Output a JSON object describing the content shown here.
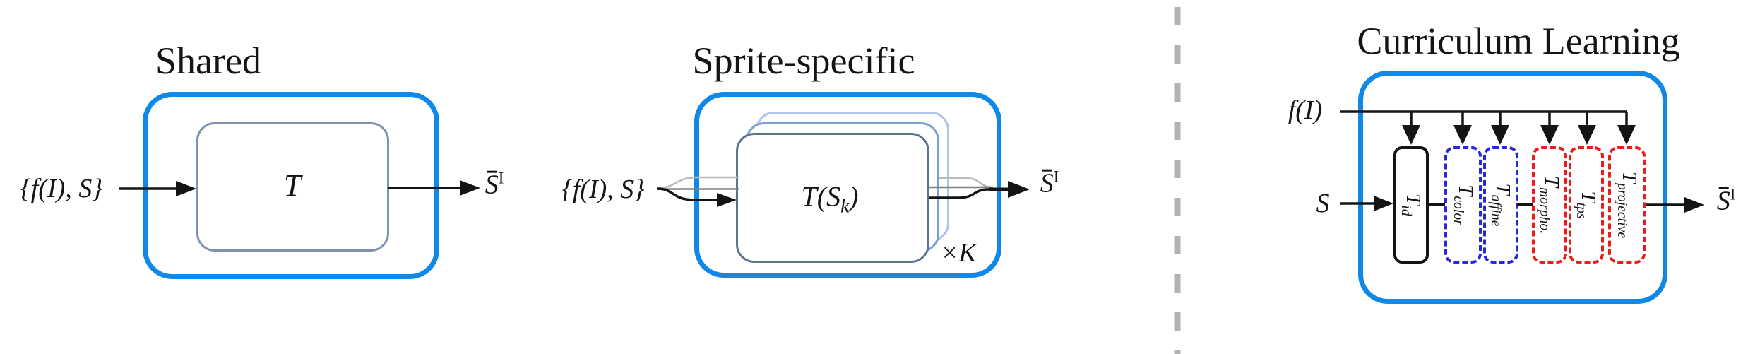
{
  "figure": {
    "colors": {
      "accent_blue": "#0f88e8",
      "inner_box_border": "#7e92b0",
      "stack_front_border": "#5a7492",
      "stack_middle_border": "#7aa0d4",
      "stack_back_border": "#aac4ec",
      "dashed_blue": "#2a2ad4",
      "dashed_red": "#e62019",
      "line_black": "#141414",
      "strand_light_gray": "#b9b9b9",
      "strand_mid_gray": "#808080",
      "divider_gray": "#b3b3b3"
    },
    "panels": {
      "shared": {
        "title": "Shared",
        "input_label": "{f(I), S}",
        "module_label": "T",
        "output_base": "S",
        "output_sup": "I",
        "output_has_bar": true
      },
      "sprite": {
        "title": "Sprite-specific",
        "input_label": "{f(I), S}",
        "module_base": "T(S",
        "module_sub": "k",
        "module_close": ")",
        "count_label": "×K",
        "output_base": "S",
        "output_sup": "I",
        "output_has_bar": true
      },
      "curriculum": {
        "title": "Curriculum Learning",
        "feature_input_label": "f(I)",
        "sprite_input_label": "S",
        "modules": [
          {
            "base": "T",
            "sub": "id"
          },
          {
            "base": "T",
            "sub": "color"
          },
          {
            "base": "T",
            "sub": "affine"
          },
          {
            "base": "T",
            "sub": "morpho."
          },
          {
            "base": "T",
            "sub": "tps"
          },
          {
            "base": "T",
            "sub": "projective"
          }
        ],
        "output_base": "S",
        "output_sup": "I",
        "output_has_bar": true
      }
    }
  }
}
